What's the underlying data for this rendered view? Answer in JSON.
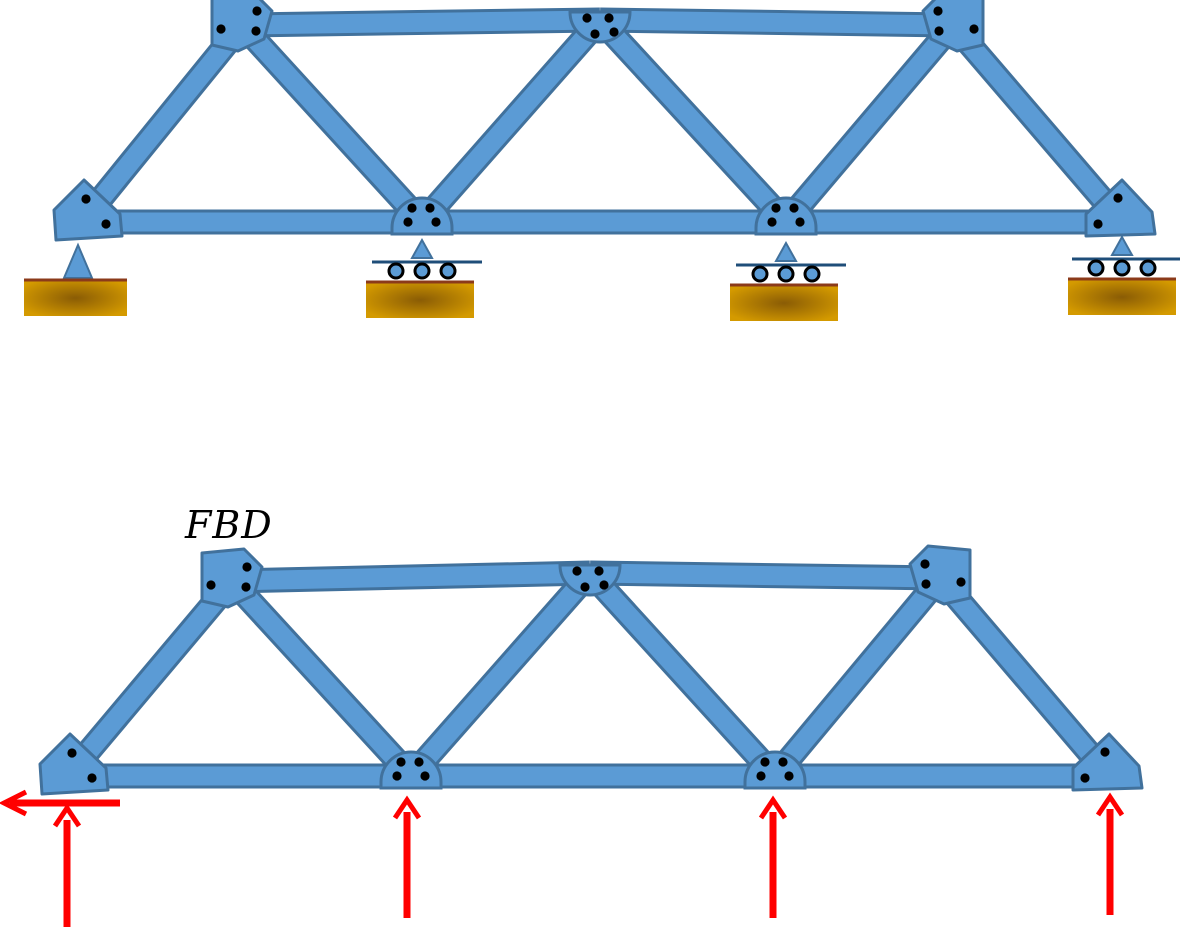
{
  "fbd_label": "FBD",
  "colors": {
    "member_fill": "#5b9bd5",
    "member_stroke": "#41719c",
    "bolt": "#000000",
    "ground_top": "#c58b00",
    "ground_mid": "#9a6b07",
    "ground_line": "#8b3a1a",
    "roller_line": "#1f4e79",
    "force_arrow": "#ff0000"
  },
  "diagrams": [
    {
      "name": "supported-truss",
      "supports": [
        "pin",
        "roller",
        "roller",
        "roller"
      ]
    },
    {
      "name": "free-body-diagram-truss",
      "reactions": [
        "horizontal-left",
        "vertical-up",
        "vertical-up",
        "vertical-up",
        "vertical-up"
      ]
    }
  ]
}
